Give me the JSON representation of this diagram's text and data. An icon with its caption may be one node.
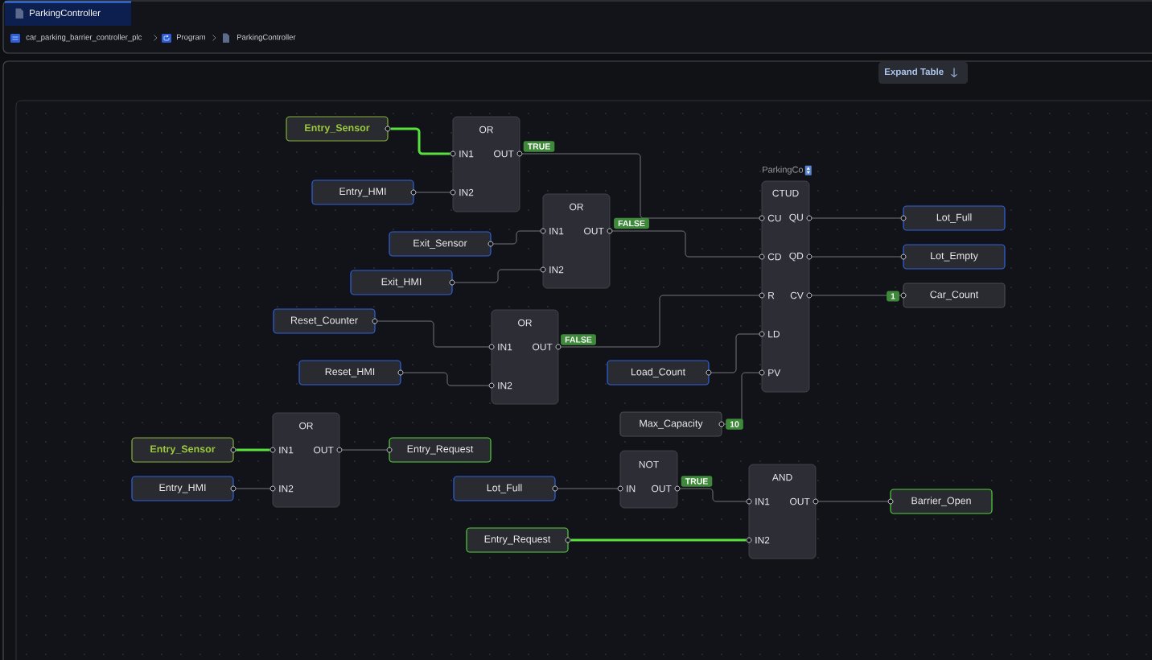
{
  "diagram": {
    "nodes": [
      {
        "text": [
          "Entry_Sensor"
        ]
      },
      {
        "text": [
          "OR",
          "IN1",
          "OUT",
          "IN2"
        ]
      },
      {
        "text": [
          "Entry_HMI"
        ]
      },
      {
        "text": [
          "OR",
          "IN1",
          "OUT",
          "IN2"
        ]
      },
      {
        "text": [
          "Exit_Sensor"
        ]
      },
      {
        "text": [
          "Exit_HMI"
        ]
      },
      {
        "text": [
          "CTUD",
          "CU",
          "QU",
          "CD",
          "QD",
          "R",
          "CV",
          "LD",
          "PV"
        ],
        "beside": [
          "ParkingCo"
        ]
      },
      {
        "text": [
          "Lot_Full"
        ]
      },
      {
        "text": [
          "Lot_Empty"
        ]
      },
      {
        "text": [
          "Car_Count"
        ]
      },
      {
        "text": [
          "Reset_Counter"
        ]
      },
      {
        "text": [
          "OR",
          "IN1",
          "OUT",
          "IN2"
        ]
      },
      {
        "text": [
          "Reset_HMI"
        ]
      },
      {
        "text": [
          "Load_Count"
        ]
      },
      {
        "text": [
          "Max_Capacity"
        ]
      },
      {
        "text": [
          "OR",
          "IN1",
          "OUT",
          "IN2"
        ]
      },
      {
        "text": [
          "Entry_Sensor"
        ]
      },
      {
        "text": [
          "Entry_Request"
        ]
      },
      {
        "text": [
          "Entry_HMI"
        ]
      },
      {
        "text": [
          "NOT",
          "IN",
          "OUT"
        ]
      },
      {
        "text": [
          "Lot_Full"
        ]
      },
      {
        "text": [
          "AND",
          "IN1",
          "OUT",
          "IN2"
        ]
      },
      {
        "text": [
          "Barrier_Open"
        ]
      },
      {
        "text": [
          "Entry_Request"
        ]
      }
    ],
    "edges": [
      {
        "from": 0,
        "to": 1,
        "arrow": "none",
        "style": "thick",
        "color": "#57e13c"
      },
      {
        "from": 2,
        "to": 1,
        "arrow": "none"
      },
      {
        "from": 1,
        "to": 6,
        "arrow": "none",
        "label": "TRUE"
      },
      {
        "from": 4,
        "to": 3,
        "arrow": "none"
      },
      {
        "from": 5,
        "to": 3,
        "arrow": "none"
      },
      {
        "from": 3,
        "to": 6,
        "arrow": "none",
        "label": "FALSE"
      },
      {
        "from": 6,
        "to": 7,
        "arrow": "none"
      },
      {
        "from": 6,
        "to": 8,
        "arrow": "none"
      },
      {
        "from": 6,
        "to": 9,
        "arrow": "none",
        "label": "1"
      },
      {
        "from": 10,
        "to": 11,
        "arrow": "none"
      },
      {
        "from": 11,
        "to": 6,
        "arrow": "none",
        "label": "FALSE"
      },
      {
        "from": 12,
        "to": 11,
        "arrow": "none"
      },
      {
        "from": 13,
        "to": 6,
        "arrow": "none"
      },
      {
        "from": 14,
        "to": 6,
        "arrow": "none",
        "label": "10"
      },
      {
        "from": 16,
        "to": 15,
        "arrow": "none",
        "style": "thick",
        "color": "#57e13c"
      },
      {
        "from": 18,
        "to": 15,
        "arrow": "none"
      },
      {
        "from": 15,
        "to": 17,
        "arrow": "none"
      },
      {
        "from": 20,
        "to": 19,
        "arrow": "none"
      },
      {
        "from": 19,
        "to": 21,
        "arrow": "none",
        "label": "TRUE"
      },
      {
        "from": 23,
        "to": 21,
        "arrow": "none",
        "style": "thick",
        "color": "#57e13c"
      },
      {
        "from": 21,
        "to": 22,
        "arrow": "none"
      }
    ],
    "labels": [
      "ParkingController",
      "car_parking_barrier_controller_plc",
      "Program",
      "ParkingController",
      "Expand Table"
    ]
  }
}
